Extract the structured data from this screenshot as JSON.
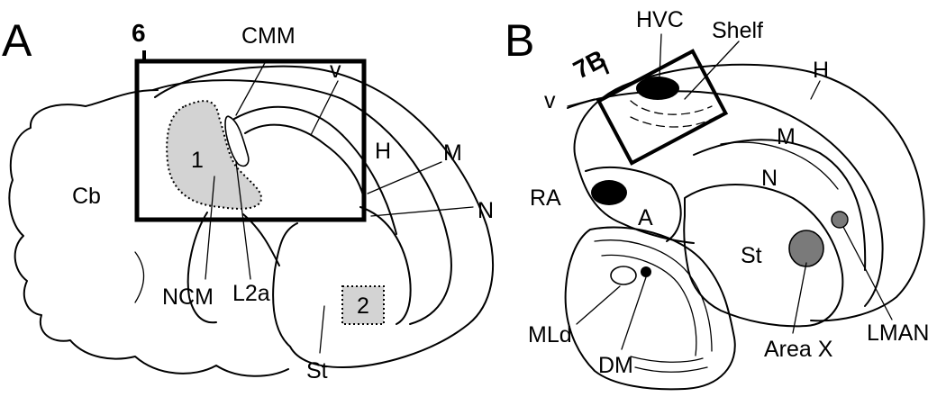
{
  "panels": {
    "a": {
      "letter": "A",
      "box_label": "6",
      "labels": {
        "cmm": "CMM",
        "v": "v",
        "h": "H",
        "m": "M",
        "n": "N",
        "cb": "Cb",
        "ncm": "NCM",
        "l2a": "L2a",
        "st": "St",
        "region1": "1",
        "region2": "2"
      }
    },
    "b": {
      "letter": "B",
      "box_label": "7B",
      "labels": {
        "hvc": "HVC",
        "shelf": "Shelf",
        "v": "v",
        "h": "H",
        "m": "M",
        "n": "N",
        "ra": "RA",
        "a": "A",
        "st": "St",
        "mld": "MLd",
        "dm": "DM",
        "areax": "Area X",
        "lman": "LMAN"
      }
    }
  },
  "colors": {
    "outline": "#000000",
    "light_fill": "#d3d3d3",
    "nucleus_dark": "#000000",
    "nucleus_gray": "#7a7a7a",
    "background": "#ffffff"
  }
}
